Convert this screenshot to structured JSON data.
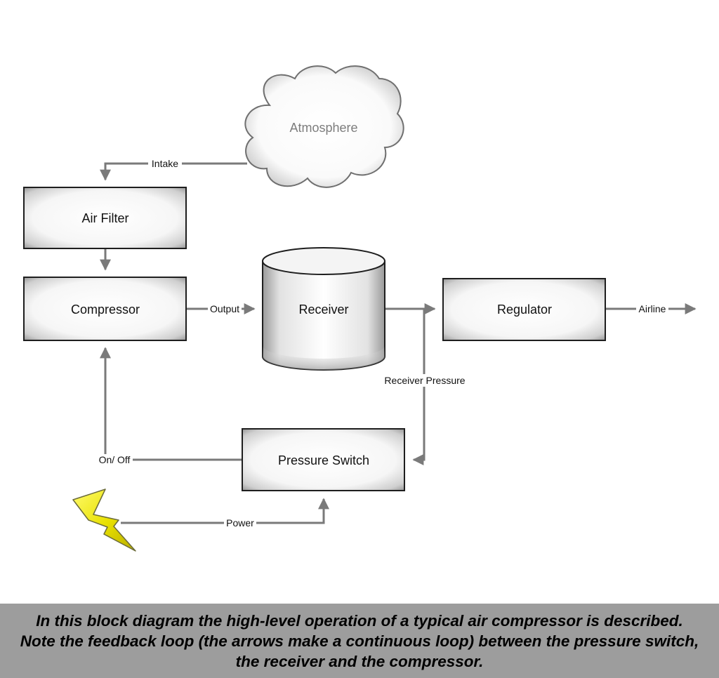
{
  "nodes": {
    "atmosphere": "Atmosphere",
    "air_filter": "Air Filter",
    "compressor": "Compressor",
    "receiver": "Receiver",
    "regulator": "Regulator",
    "pressure_switch": "Pressure Switch"
  },
  "edges": {
    "intake": "Intake",
    "output": "Output",
    "airline": "Airline",
    "receiver_pressure": "Receiver Pressure",
    "on_off": "On/ Off",
    "power": "Power"
  },
  "colors": {
    "wire": "#7a7a7a",
    "caption_background": "#9d9d9d",
    "lightning_fill": "#e8e000",
    "cloud_text": "#7d7d7d"
  },
  "icons": [
    "cloud-icon",
    "lightning-bolt-icon"
  ],
  "caption": "In this block diagram the high-level operation of a typical air compressor is described. Note the feedback loop (the arrows make a continuous loop) between the pressure switch, the receiver and the compressor."
}
